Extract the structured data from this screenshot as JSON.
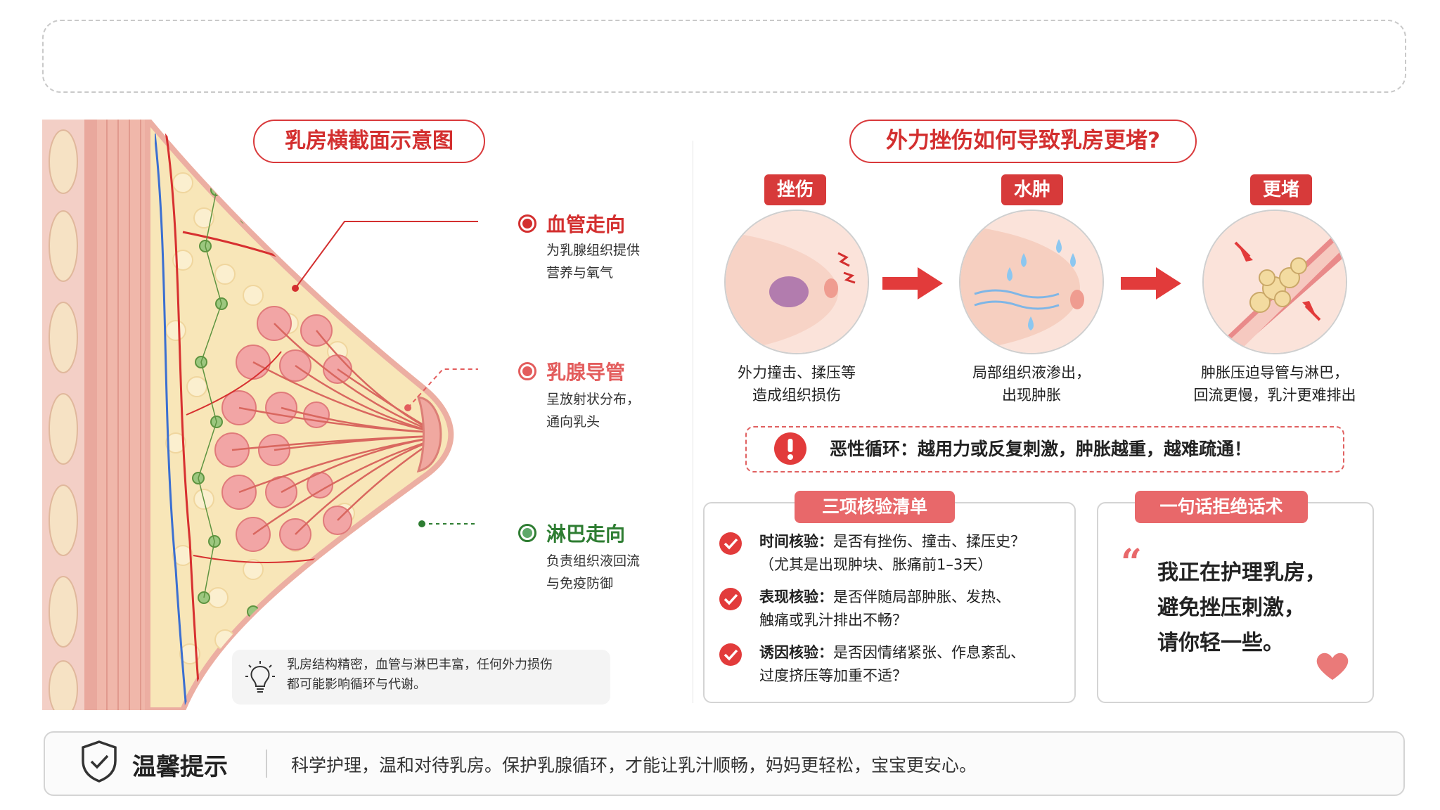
{
  "left_panel": {
    "title": "乳房横截面示意图",
    "callouts": [
      {
        "title": "血管走向",
        "line1": "为乳腺组织提供",
        "line2": "营养与氧气",
        "color": "#d32f2f"
      },
      {
        "title": "乳腺导管",
        "line1": "呈放射状分布，",
        "line2": "通向乳头",
        "color": "#e35d5d"
      },
      {
        "title": "淋巴走向",
        "line1": "负责组织液回流",
        "line2": "与免疫防御",
        "color": "#2e7d32"
      }
    ],
    "tip": {
      "icon": "lightbulb-icon",
      "line1": "乳房结构精密，血管与淋巴丰富，任何外力损伤",
      "line2": "都可能影响循环与代谢。"
    }
  },
  "right_panel": {
    "title": "外力挫伤如何导致乳房更堵?",
    "stages": [
      {
        "label": "挫伤",
        "line1": "外力撞击、揉压等",
        "line2": "造成组织损伤"
      },
      {
        "label": "水肿",
        "line1": "局部组织液渗出，",
        "line2": "出现肿胀"
      },
      {
        "label": "更堵",
        "line1": "肿胀压迫导管与淋巴，",
        "line2": "回流更慢，乳汁更难排出"
      }
    ],
    "warning": {
      "icon": "exclamation-icon",
      "text": "恶性循环：越用力或反复刺激，肿胀越重，越难疏通！"
    },
    "checklist": {
      "title": "三项核验清单",
      "items": [
        {
          "label": "时间核验：",
          "line1": "是否有挫伤、撞击、揉压史？",
          "line2": "（尤其是出现肿块、胀痛前1–3天）"
        },
        {
          "label": "表现核验：",
          "line1": "是否伴随局部肿胀、发热、",
          "line2": "触痛或乳汁排出不畅？"
        },
        {
          "label": "诱因核验：",
          "line1": "是否因情绪紧张、作息紊乱、",
          "line2": "过度挤压等加重不适？"
        }
      ]
    },
    "refusal": {
      "title": "一句话拒绝话术",
      "lines": [
        "我正在护理乳房，",
        "避免挫压刺激，",
        "请你轻一些。"
      ]
    }
  },
  "footer": {
    "icon": "shield-check-icon",
    "title": "温馨提示",
    "text": "科学护理，温和对待乳房。保护乳腺循环，才能让乳汁顺畅，妈妈更轻松，宝宝更安心。"
  },
  "colors": {
    "accent": "#d32f2f",
    "tab": "#e8686a",
    "lymph": "#2e7d32"
  }
}
